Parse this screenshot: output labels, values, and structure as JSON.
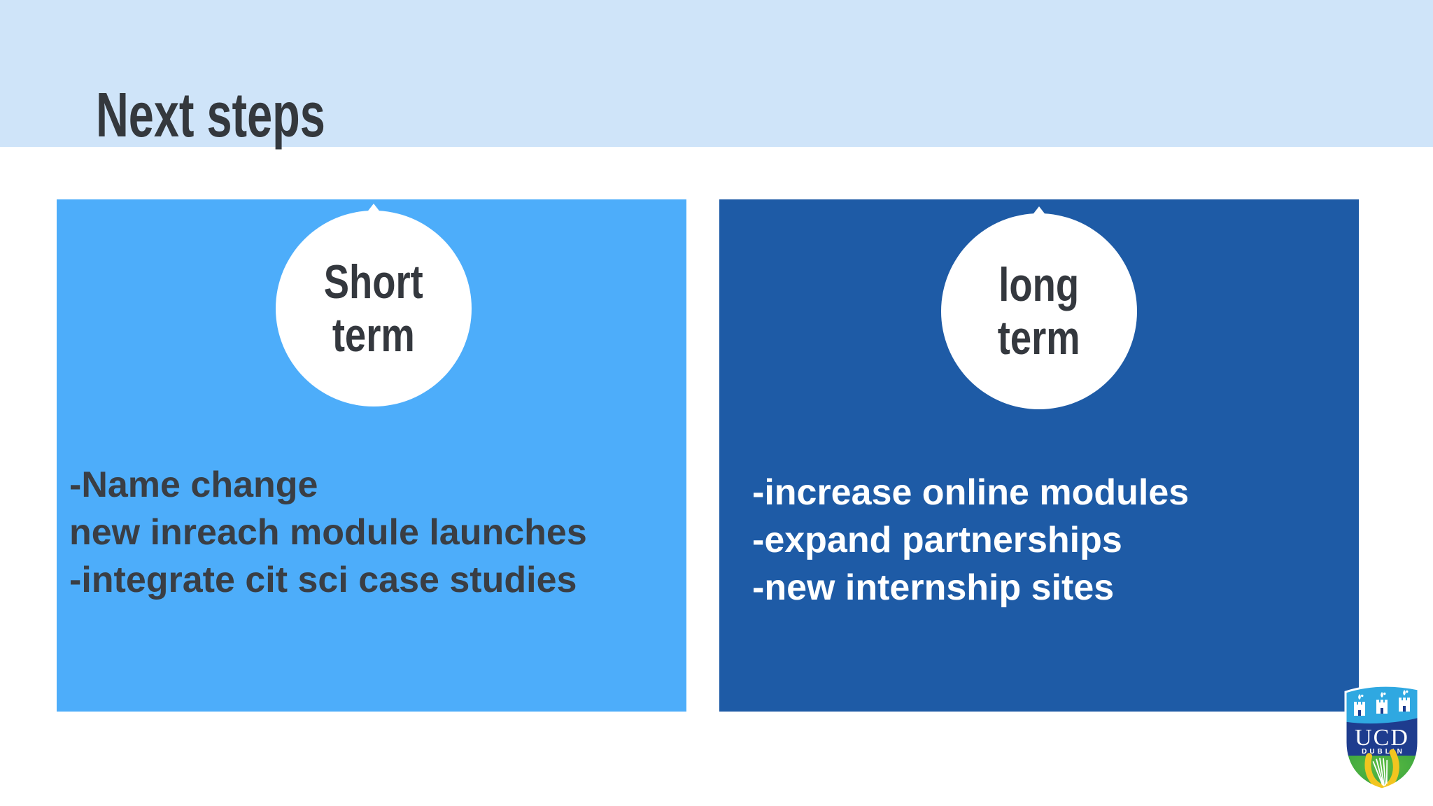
{
  "title": "Next steps",
  "left_panel": {
    "badge_line1": "Short",
    "badge_line2": "term",
    "items": [
      "-Name change",
      "new inreach module launches",
      "-integrate cit sci case studies"
    ]
  },
  "right_panel": {
    "badge_line1": "long",
    "badge_line2": "term",
    "items": [
      "-increase online modules",
      "-expand partnerships",
      "-new internship sites"
    ]
  },
  "logo": {
    "acronym": "UCD",
    "city": "DUBLIN"
  },
  "colors": {
    "header_bg": "#cfe4f9",
    "left_panel_bg": "#4dadfa",
    "right_panel_bg": "#1e5ba6",
    "dark_text": "#34383d",
    "light_text": "#ffffff",
    "crest_light_blue": "#2fa8e1",
    "crest_navy": "#1e3c8e",
    "crest_green": "#2f9e3e",
    "crest_gold": "#f2c51f"
  }
}
